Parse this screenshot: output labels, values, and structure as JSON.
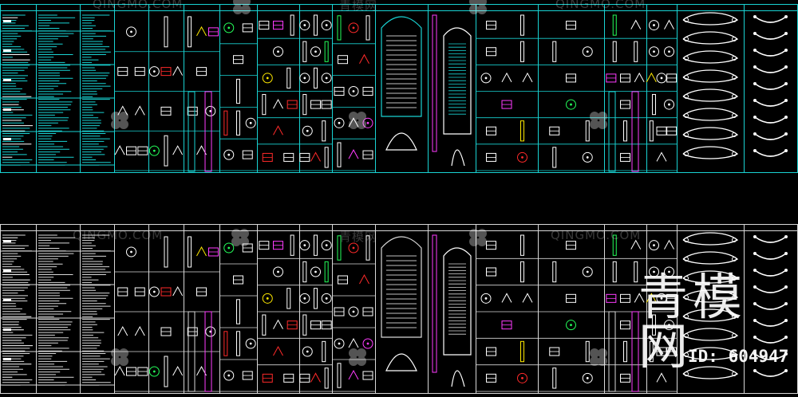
{
  "window": {
    "background": "#000000"
  },
  "sheets": [
    {
      "name": "colored-sheet",
      "line_color": "#19d3d3",
      "accent_colors": [
        "#ffffff",
        "#ff3cff",
        "#ffe900",
        "#ff2a2a",
        "#24ff5a"
      ]
    },
    {
      "name": "monochrome-sheet",
      "line_color": "#d8d8d8",
      "accent_colors": [
        "#ffffff",
        "#ff3cff",
        "#ffe900",
        "#ff2a2a",
        "#24ff5a"
      ]
    }
  ],
  "watermark": {
    "site_text": "QINGMO.COM",
    "cn_text": "青模网",
    "brand": "青模网",
    "id_label": "ID: 604947"
  }
}
